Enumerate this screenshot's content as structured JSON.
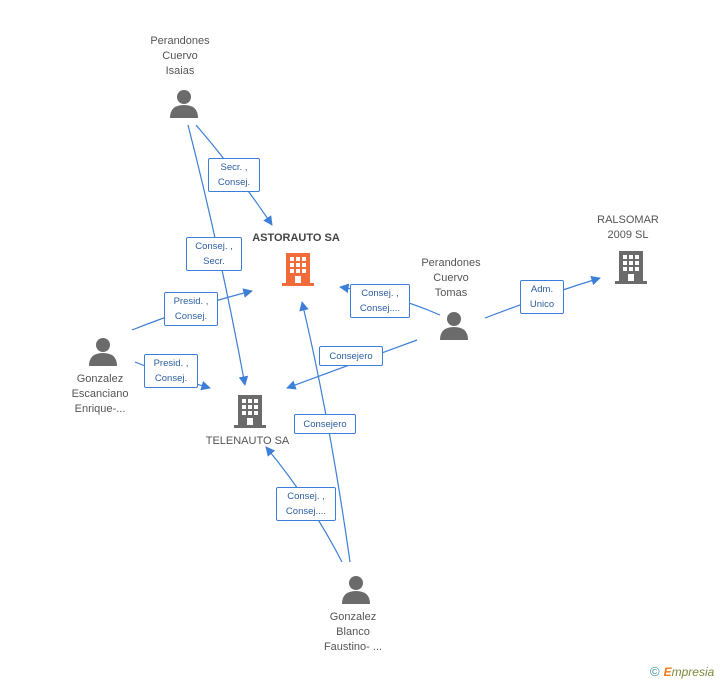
{
  "nodes": {
    "perandones_isaias": {
      "label": "Perandones\nCuervo\nIsaias"
    },
    "astorauto": {
      "label": "ASTORAUTO SA"
    },
    "ralsomar": {
      "label": "RALSOMAR\n2009 SL"
    },
    "perandones_tomas": {
      "label": "Perandones\nCuervo\nTomas"
    },
    "gonzalez_escanciano": {
      "label": "Gonzalez\nEscanciano\nEnrique-..."
    },
    "telenauto": {
      "label": "TELENAUTO SA"
    },
    "gonzalez_blanco": {
      "label": "Gonzalez\nBlanco\nFaustino- ..."
    }
  },
  "edges": {
    "e1": "Secr. ,\nConsej.",
    "e2": "Consej. ,\nSecr.",
    "e3": "Presid. ,\nConsej.",
    "e4": "Consej. ,\nConsej....",
    "e5": "Adm.\nUnico",
    "e6": "Presid. ,\nConsej.",
    "e7": "Consejero",
    "e8": "Consejero",
    "e9": "Consej. ,\nConsej...."
  },
  "colors": {
    "edge": "#3d7fd6",
    "person": "#6b6b6b",
    "company_main": "#f26b3a",
    "company": "#6b6b6b"
  },
  "footer": {
    "copyright": "©",
    "brand_initial": "E",
    "brand_rest": "mpresia"
  }
}
